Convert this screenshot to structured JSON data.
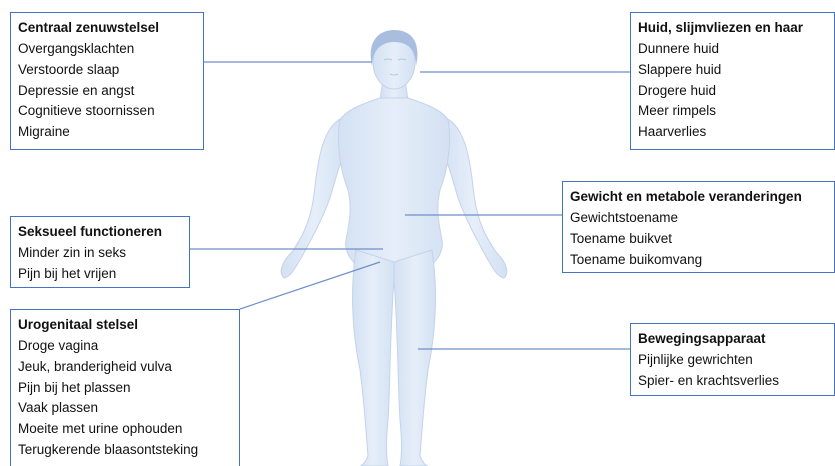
{
  "colors": {
    "box_border": "#4472c4",
    "connector": "#6f8fc9",
    "body_fill": "#dde8f6",
    "body_stroke": "#c3d3ea",
    "hair": "#a9bedf"
  },
  "figure": {
    "icon": "human-female-silhouette"
  },
  "boxes": {
    "cns": {
      "title": "Centraal zenuwstelsel",
      "items": [
        "Overgangsklachten",
        "Verstoorde slaap",
        "Depressie en angst",
        "Cognitieve stoornissen",
        "Migraine"
      ]
    },
    "skin": {
      "title": "Huid, slijmvliezen en haar",
      "items": [
        "Dunnere huid",
        "Slappere huid",
        "Drogere huid",
        "Meer rimpels",
        "Haarverlies"
      ]
    },
    "sexual": {
      "title": "Seksueel functioneren",
      "items": [
        "Minder zin in seks",
        "Pijn bij het vrijen"
      ]
    },
    "weight": {
      "title": "Gewicht en metabole veranderingen",
      "items": [
        "Gewichtstoename",
        "Toename buikvet",
        "Toename buikomvang"
      ]
    },
    "urogenital": {
      "title": "Urogenitaal stelsel",
      "items": [
        "Droge vagina",
        "Jeuk, branderigheid vulva",
        "Pijn bij het plassen",
        "Vaak plassen",
        "Moeite met urine ophouden",
        "Terugkerende blaasontsteking"
      ]
    },
    "movement": {
      "title": "Bewegingsapparaat",
      "items": [
        "Pijnlijke gewrichten",
        "Spier- en krachtsverlies"
      ]
    }
  }
}
